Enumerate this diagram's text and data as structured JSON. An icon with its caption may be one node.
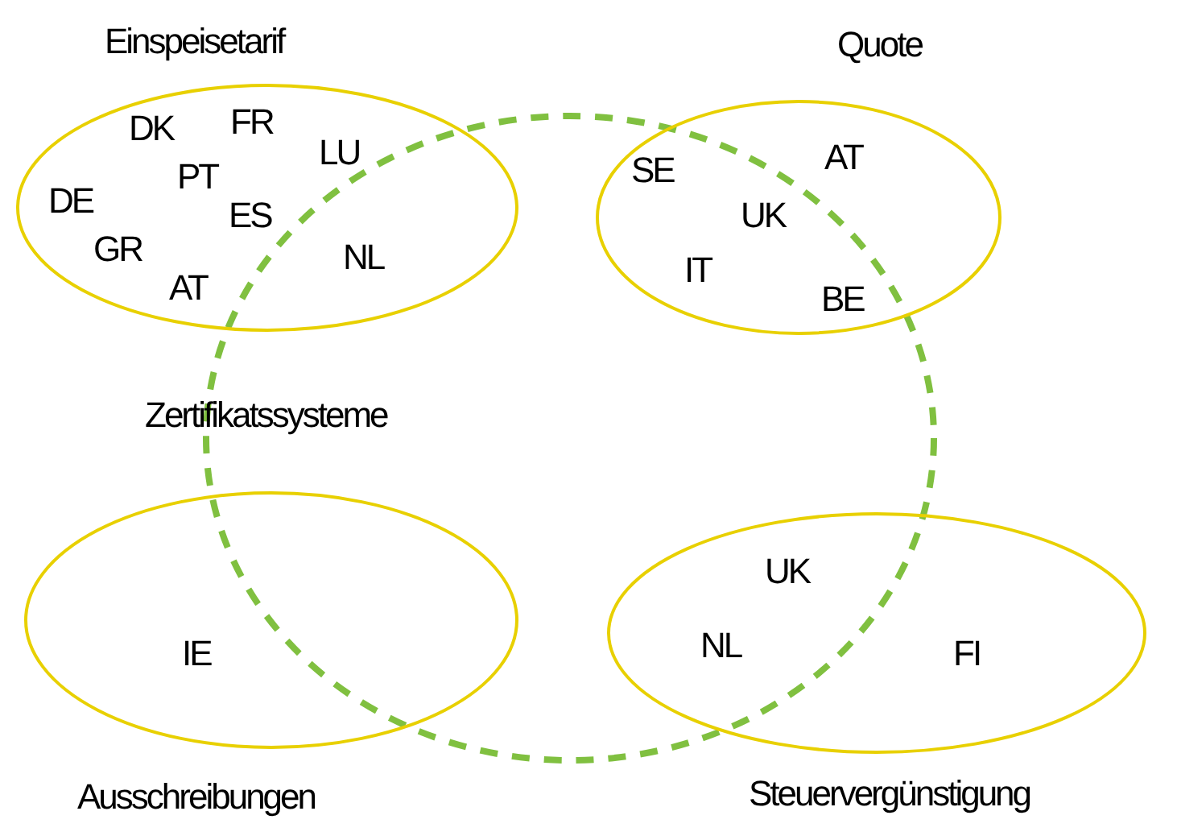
{
  "diagram": {
    "nodes": [
      {
        "text": [
          "Einspeisetarif",
          "DK",
          "FR",
          "LU",
          "PT",
          "DE",
          "ES",
          "GR",
          "NL",
          "AT"
        ]
      },
      {
        "text": [
          "Quote",
          "AT",
          "SE",
          "UK",
          "IT",
          "BE"
        ]
      },
      {
        "text": [
          "Zertifikatssysteme"
        ]
      },
      {
        "text": [
          "IE",
          "Ausschreibungen"
        ]
      },
      {
        "text": [
          "UK",
          "NL",
          "FI",
          "Steuervergünstigung"
        ]
      }
    ]
  }
}
